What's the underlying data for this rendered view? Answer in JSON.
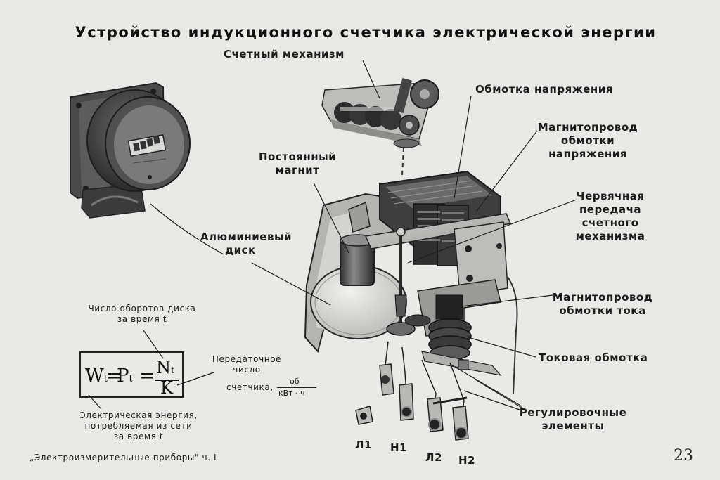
{
  "title": "Устройство индукционного счетчика электрической энергии",
  "labels": {
    "counting_mechanism": "Счетный механизм",
    "voltage_winding": "Обмотка напряжения",
    "voltage_core_1": "Магнитопровод",
    "voltage_core_2": "обмотки",
    "voltage_core_3": "напряжения",
    "permanent_magnet_1": "Постоянный",
    "permanent_magnet_2": "магнит",
    "worm_gear_1": "Червячная",
    "worm_gear_2": "передача",
    "worm_gear_3": "счетного",
    "worm_gear_4": "механизма",
    "aluminum_disk_1": "Алюминиевый",
    "aluminum_disk_2": "диск",
    "current_core_1": "Магнитопровод",
    "current_core_2": "обмотки тока",
    "current_winding": "Токовая обмотка",
    "adjusting_1": "Регулировочные",
    "adjusting_2": "элементы"
  },
  "terminals": [
    "Л1",
    "Н1",
    "Л2",
    "Н2"
  ],
  "formula": {
    "W": "W",
    "t_sub": "t",
    "eq1": "=",
    "P": "P",
    "eq2": "=",
    "N": "N",
    "K": "K",
    "rev_note_1": "Число оборотов диска",
    "rev_note_2": "за время t",
    "energy_note_1": "Электрическая энергия,",
    "energy_note_2": "потребляемая из сети",
    "energy_note_3": "за время t",
    "ratio_note_1": "Передаточное",
    "ratio_note_2": "число",
    "ratio_note_3": "счетчика,",
    "unit_num": "об",
    "unit_den": "кВт · ч"
  },
  "footer": "„Электроизмерительные приборы\" ч. I",
  "page_number": "23"
}
